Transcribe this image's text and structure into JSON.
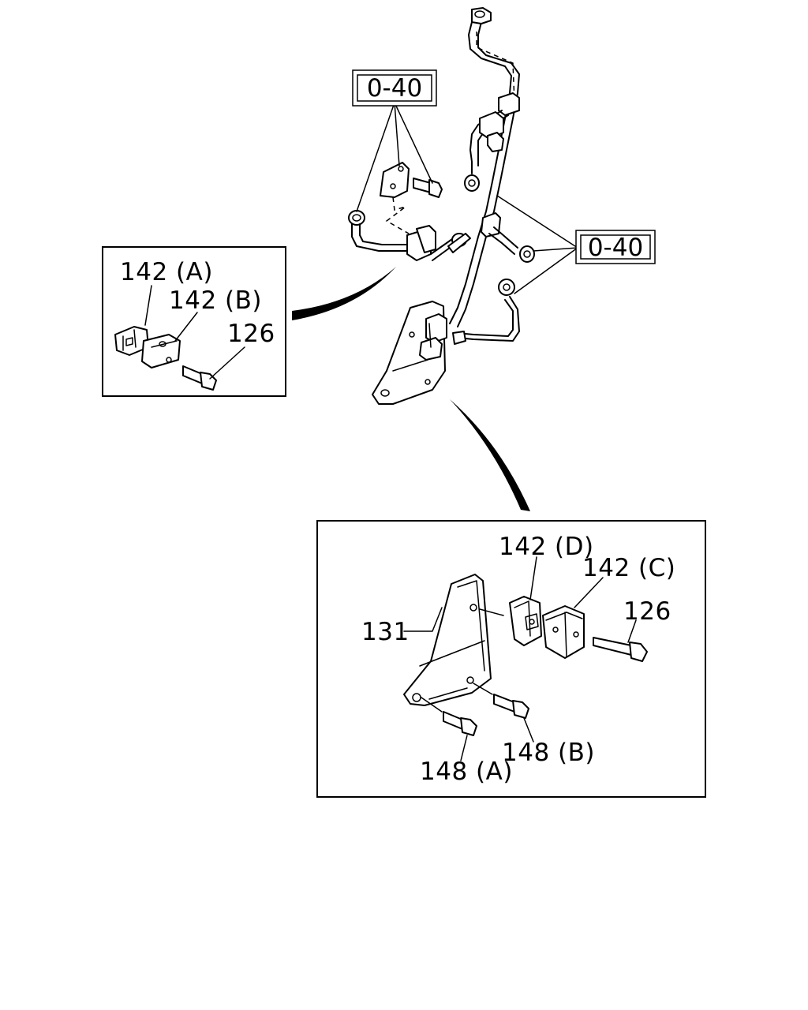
{
  "labels": {
    "ref_top": "0-40",
    "ref_right": "0-40",
    "left_box": {
      "p142a": "142 (A)",
      "p142b": "142 (B)",
      "p126": "126"
    },
    "bottom_box": {
      "p142d": "142 (D)",
      "p142c": "142 (C)",
      "p126": "126",
      "p131": "131",
      "p148b": "148 (B)",
      "p148a": "148 (A)"
    }
  }
}
